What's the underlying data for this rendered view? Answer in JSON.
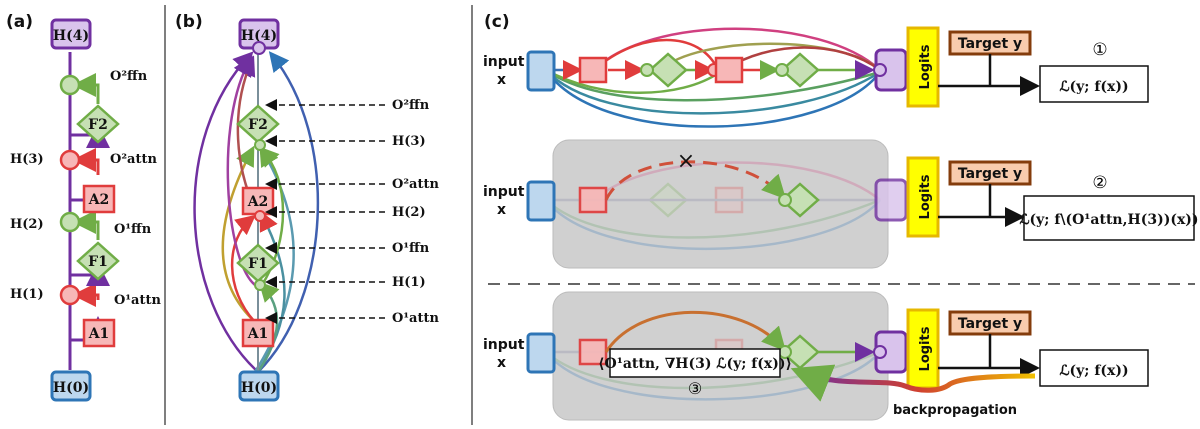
{
  "panels": {
    "a": "(a)",
    "b": "(b)",
    "c": "(c)"
  },
  "nodes": {
    "h0": "H(0)",
    "h4": "H(4)",
    "a1": "A1",
    "a2": "A2",
    "f1": "F1",
    "f2": "F2"
  },
  "labels_a": {
    "o_ffn2": "O²ffn",
    "h3": "H(3)",
    "o_attn2": "O²attn",
    "h2": "H(2)",
    "o_ffn1": "O¹ffn",
    "h1": "H(1)",
    "o_attn1": "O¹attn"
  },
  "labels_b": {
    "o_ffn2": "O²ffn",
    "h3": "H(3)",
    "o_attn2": "O²attn",
    "h2": "H(2)",
    "o_ffn1": "O¹ffn",
    "h1": "H(1)",
    "o_attn1": "O¹attn"
  },
  "panel_c": {
    "input_line1": "input",
    "input_line2": "x",
    "logits": "Logits",
    "target": "Target y",
    "loss_full": "ℒ(y; f(x))",
    "loss_ablated": "ℒ(y; f\\(O¹attn,H(3))(x))",
    "marker1": "①",
    "marker2": "②",
    "marker3": "③",
    "grad_label": "⟨O¹attn, ∇H(3) ℒ(y; f(x))⟩",
    "backprop": "backpropagation",
    "cross": "×"
  },
  "colors": {
    "h_blue": "#2e75b6",
    "h_blue_fill": "#bdd7ee",
    "h_purple": "#7030a0",
    "h_purple_fill": "#d9c3ec",
    "attn_red": "#e03c3c",
    "attn_fill": "#f7b7b7",
    "ffn_green": "#70ad47",
    "ffn_fill": "#c6e0b4",
    "logits_yellow": "#ffff00",
    "logits_border": "#e6b800",
    "target_fill": "#f8cbad",
    "target_border": "#843c0c",
    "gray_box": "#d0d0d0"
  }
}
